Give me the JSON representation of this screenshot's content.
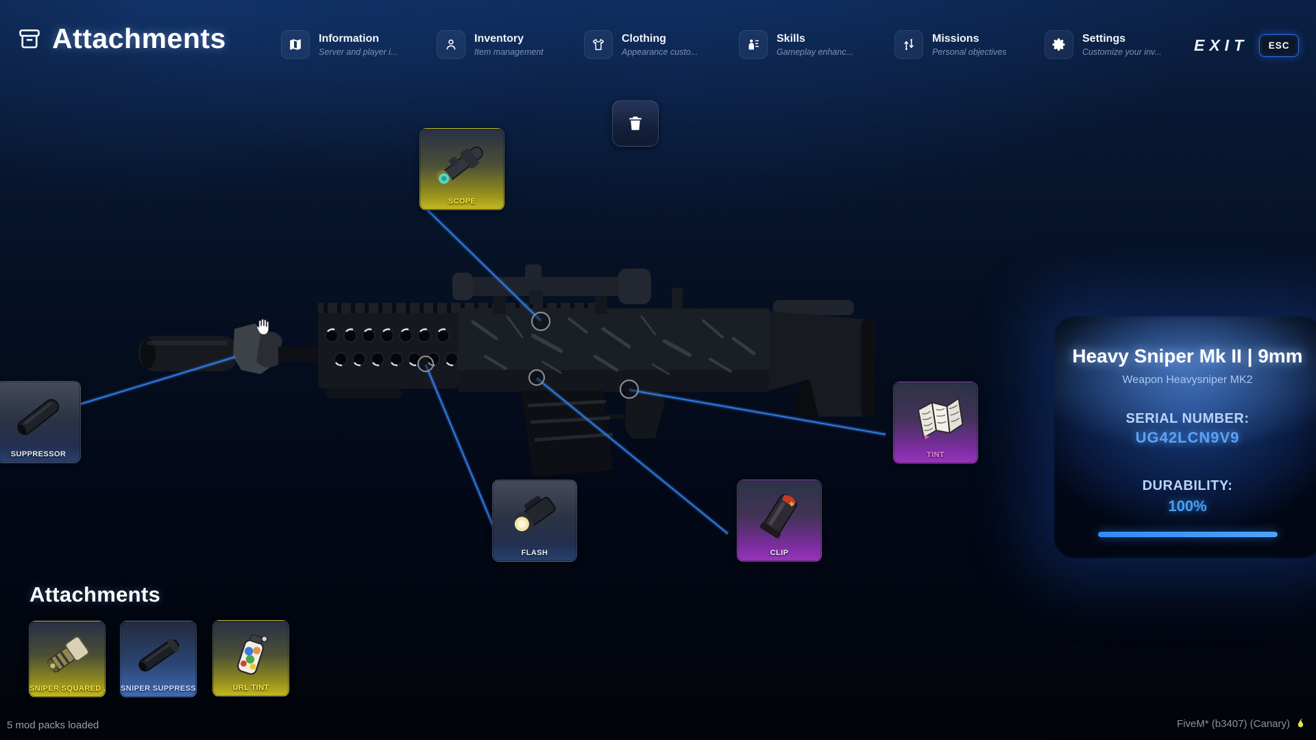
{
  "app": {
    "title": "Attachments",
    "exit_label": "EXIT",
    "esc_key": "ESC"
  },
  "nav": {
    "items": [
      {
        "label": "Information",
        "subtitle": "Server and player i...",
        "icon": "map-icon"
      },
      {
        "label": "Inventory",
        "subtitle": "Item management",
        "icon": "person-icon"
      },
      {
        "label": "Clothing",
        "subtitle": "Appearance custo...",
        "icon": "shirt-icon"
      },
      {
        "label": "Skills",
        "subtitle": "Gameplay enhanc...",
        "icon": "skills-icon"
      },
      {
        "label": "Missions",
        "subtitle": "Personal objectives",
        "icon": "missions-icon"
      },
      {
        "label": "Settings",
        "subtitle": "Customize your inv...",
        "icon": "gear-icon"
      }
    ]
  },
  "weapon": {
    "slots": [
      {
        "label": "SCOPE"
      },
      {
        "label": "SUPPRESSOR"
      },
      {
        "label": "FLASH"
      },
      {
        "label": "CLIP"
      },
      {
        "label": "TINT"
      }
    ]
  },
  "info_panel": {
    "title": "Heavy Sniper Mk II | 9mm",
    "subtitle": "Weapon Heavysniper MK2",
    "serial_label": "SERIAL NUMBER:",
    "serial_value": "UG42LCN9V9",
    "durability_label": "DURABILITY:",
    "durability_value": "100%",
    "durability_percent": 100
  },
  "inventory_section": {
    "heading": "Attachments",
    "items": [
      {
        "label": "SNIPER SQUARED ..."
      },
      {
        "label": "SNIPER SUPPRESS..."
      },
      {
        "label": "URL TINT"
      }
    ]
  },
  "status_bar": {
    "left": "5 mod packs loaded",
    "right": "FiveM* (b3407) (Canary)"
  },
  "colors": {
    "accent_blue": "#2e7de8",
    "serial_blue": "#5aa2f7",
    "slot_yellow": "#c3ba1e",
    "slot_purple": "#9a35bd",
    "label_yellow": "#ffe93a",
    "tint_label_pink": "#ef86e3"
  }
}
